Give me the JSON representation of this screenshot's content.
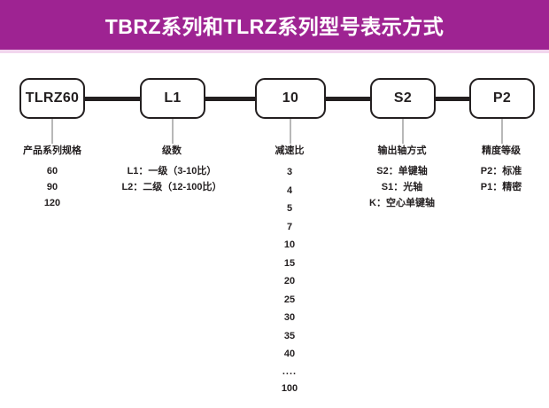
{
  "banner": {
    "title": "TBRZ系列和TLRZ系列型号表示方式",
    "background_color": "#9e2392",
    "text_color": "#ffffff",
    "underline_color": "#f2d6ee"
  },
  "diagram": {
    "type": "model-code-breakdown",
    "box_border_color": "#231f20",
    "connector_color": "#231f20",
    "stem_color": "#b8b8b8",
    "boxes": [
      {
        "code": "TLRZ60",
        "name": "series-spec"
      },
      {
        "code": "L1",
        "name": "stage-count"
      },
      {
        "code": "10",
        "name": "reduction-ratio"
      },
      {
        "code": "S2",
        "name": "output-shaft-type"
      },
      {
        "code": "P2",
        "name": "accuracy-grade"
      }
    ],
    "columns": [
      {
        "key": "series",
        "title": "产品系列规格",
        "lines": [
          "60",
          "90",
          "120"
        ]
      },
      {
        "key": "stages",
        "title": "级数",
        "lines": [
          "L1：一级（3-10比）",
          "L2：二级（12-100比）"
        ]
      },
      {
        "key": "ratio",
        "title": "减速比",
        "lines": [
          "3",
          "4",
          "5",
          "7",
          "10",
          "15",
          "20",
          "25",
          "30",
          "35",
          "40",
          "....",
          "100"
        ]
      },
      {
        "key": "output_shaft",
        "title": "输出轴方式",
        "lines": [
          "S2：单键轴",
          "S1：光轴",
          "K：空心单键轴"
        ]
      },
      {
        "key": "accuracy",
        "title": "精度等级",
        "lines": [
          "P2：标准",
          "P1：精密"
        ]
      }
    ]
  }
}
